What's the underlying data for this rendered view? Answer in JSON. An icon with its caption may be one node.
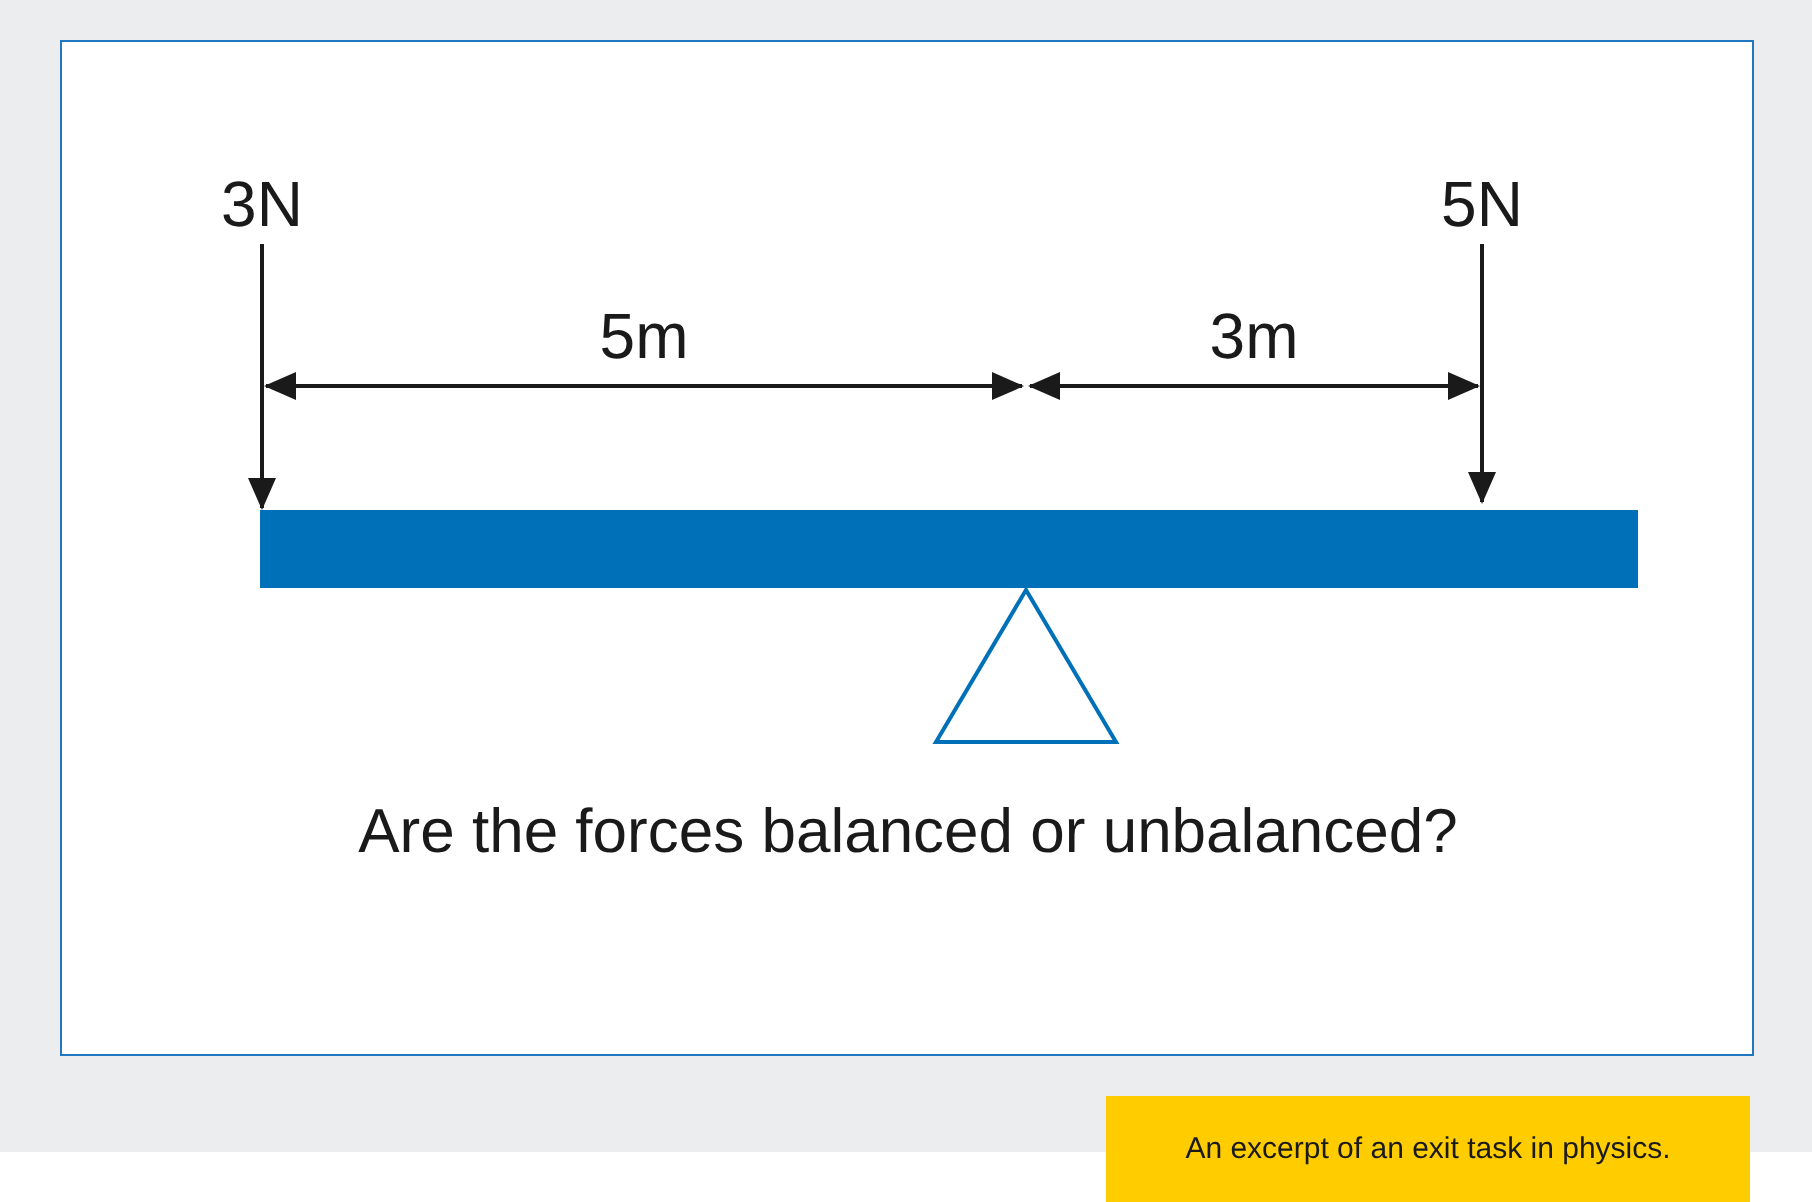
{
  "diagram": {
    "caption": "An excerpt of an exit task in physics.",
    "nodes": [
      {
        "text": [],
        "shape": "bar"
      },
      {
        "text": [],
        "shape": "triangle"
      }
    ],
    "labels": [
      "3N",
      "5N",
      "5m",
      "3m",
      "Are the forces balanced or unbalanced?"
    ]
  }
}
